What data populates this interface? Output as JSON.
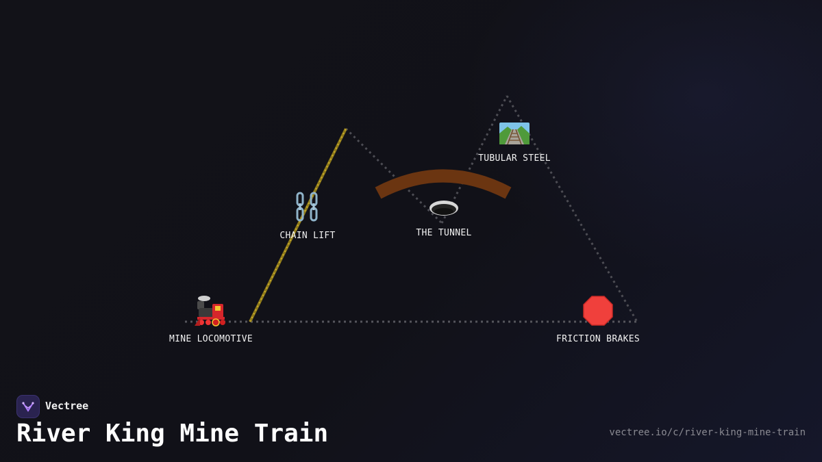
{
  "brand": {
    "name": "Vectree",
    "icon": "vectree-logo-icon",
    "accent": "#9b6bff"
  },
  "title": "River King Mine Train",
  "url": "vectree.io/c/river-king-mine-train",
  "nodes": {
    "locomotive": {
      "label": "MINE LOCOMOTIVE",
      "icon": "locomotive-icon"
    },
    "chain_lift": {
      "label": "CHAIN LIFT",
      "icon": "chain-icon"
    },
    "tunnel": {
      "label": "THE TUNNEL",
      "icon": "hole-icon"
    },
    "tubular_steel": {
      "label": "TUBULAR STEEL",
      "icon": "railway-track-icon"
    },
    "brakes": {
      "label": "FRICTION BRAKES",
      "icon": "stop-sign-icon"
    }
  },
  "colors": {
    "background": "#111118",
    "track_dotted": "#55555c",
    "lift_rail": "#a08a1e",
    "tunnel_arc": "#6b3511",
    "text": "#f2f2f2",
    "muted_text": "#8a8a92"
  }
}
